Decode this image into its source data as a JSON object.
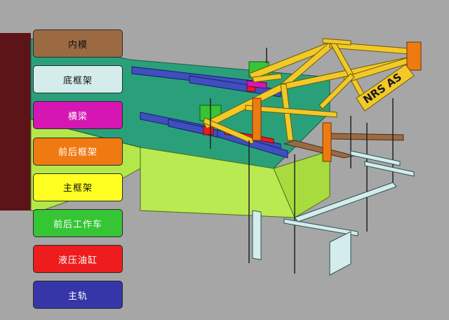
{
  "legend": [
    {
      "label": "内模",
      "color": "#9b6a43",
      "text": "light"
    },
    {
      "label": "底框架",
      "color": "#d4ecec",
      "text": "light"
    },
    {
      "label": "横梁",
      "color": "#d516b3",
      "text": "dark"
    },
    {
      "label": "前后框架",
      "color": "#f07a12",
      "text": "dark"
    },
    {
      "label": "主框架",
      "color": "#ffff22",
      "text": "light"
    },
    {
      "label": "前后工作车",
      "color": "#35c535",
      "text": "dark"
    },
    {
      "label": "液压油缸",
      "color": "#ee1c1c",
      "text": "dark"
    },
    {
      "label": "主轨",
      "color": "#3636a8",
      "text": "dark"
    }
  ],
  "sign_text": "NRS AS",
  "colors": {
    "deck_top": "#2aa07a",
    "deck_side": "#b4e84a",
    "pier": "#5d1418",
    "rail": "#3f4fbf",
    "frame": "#f2c928"
  }
}
